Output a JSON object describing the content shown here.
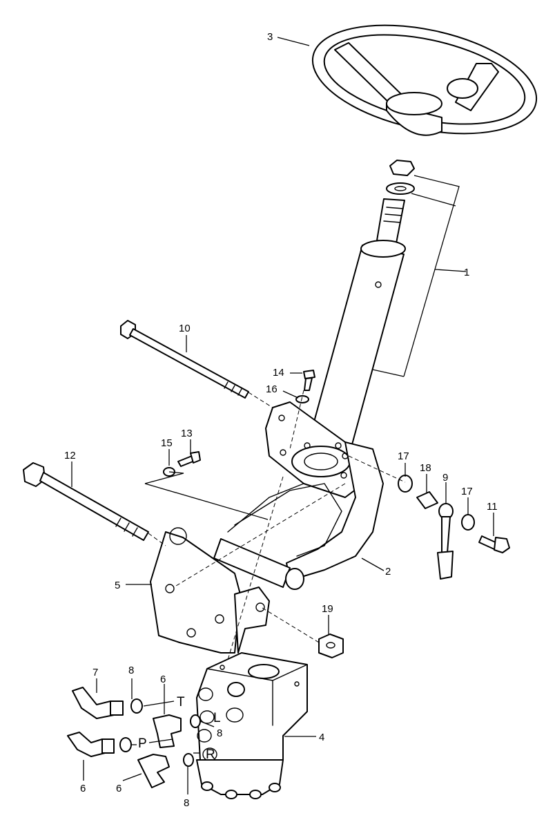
{
  "figure": {
    "callouts": {
      "c1": "1",
      "c2": "2",
      "c3": "3",
      "c4": "4",
      "c5": "5",
      "c6a": "6",
      "c6b": "6",
      "c6c": "6",
      "c7": "7",
      "c8a": "8",
      "c8b": "8",
      "c8c": "8",
      "c9": "9",
      "c10": "10",
      "c11": "11",
      "c12": "12",
      "c13": "13",
      "c14": "14",
      "c15": "15",
      "c16": "16",
      "c17a": "17",
      "c17b": "17",
      "c18": "18",
      "c19": "19"
    },
    "ports": {
      "t": "T",
      "l": "L",
      "p": "P",
      "r": "R"
    }
  }
}
